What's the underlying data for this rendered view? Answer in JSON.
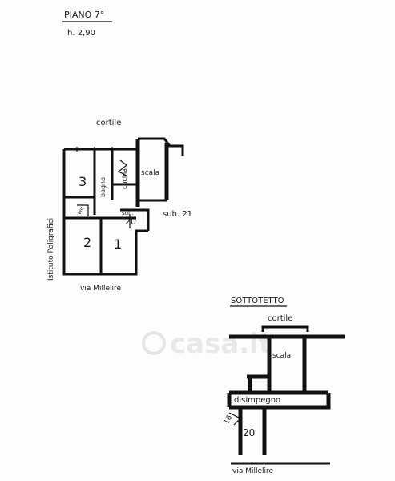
{
  "floor_title": "PIANO 7°",
  "floor_height": "h. 2,90",
  "courtyard_top": "cortile",
  "institute": "Istituto Poligrafici",
  "street_top": "via Millelire",
  "stair_top": "scala",
  "sub21": "sub. 21",
  "sub_small": "sub.",
  "room_20_small": "20",
  "room_3": "3",
  "room_2": "2",
  "room_1": "1",
  "bath": "bagno",
  "kitchen": "cucina",
  "wc": "wc",
  "attic_title": "SOTTOTETTO",
  "courtyard_bottom": "cortile",
  "stair_bottom": "scala",
  "corridor": "disimpegno",
  "room_20_big": "20",
  "room_16": "16",
  "street_bottom": "via Millelire",
  "watermark": "casa.it"
}
